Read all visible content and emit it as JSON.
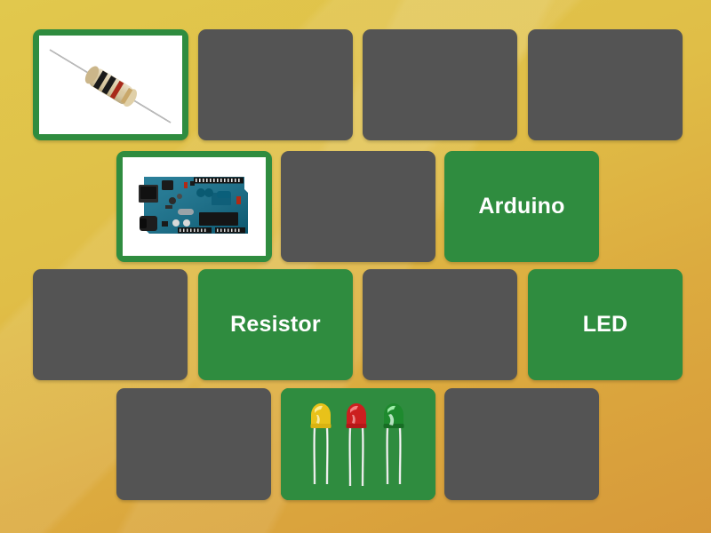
{
  "game": {
    "type": "matching-pairs",
    "background": {
      "gradient_from": "#e1c84d",
      "gradient_to": "#d7993a"
    },
    "card_colors": {
      "blank": "#545454",
      "revealed": "#2f8c3f",
      "text": "#ffffff",
      "image_mat": "#ffffff"
    },
    "grid": {
      "columns": 4,
      "rows": 4
    }
  },
  "cards": [
    {
      "id": "c1",
      "row": 1,
      "col": 1,
      "state": "revealed",
      "kind": "image",
      "content": "resistor-photo",
      "label": ""
    },
    {
      "id": "c2",
      "row": 1,
      "col": 2,
      "state": "hidden",
      "kind": "blank",
      "content": "",
      "label": ""
    },
    {
      "id": "c3",
      "row": 1,
      "col": 3,
      "state": "hidden",
      "kind": "blank",
      "content": "",
      "label": ""
    },
    {
      "id": "c4",
      "row": 1,
      "col": 4,
      "state": "hidden",
      "kind": "blank",
      "content": "",
      "label": ""
    },
    {
      "id": "c5",
      "row": 2,
      "col": 1,
      "state": "revealed",
      "kind": "image",
      "content": "arduino-uno-photo",
      "label": ""
    },
    {
      "id": "c6",
      "row": 2,
      "col": 2,
      "state": "hidden",
      "kind": "blank",
      "content": "",
      "label": ""
    },
    {
      "id": "c7",
      "row": 2,
      "col": 3,
      "state": "revealed",
      "kind": "text",
      "content": "",
      "label": "Arduino"
    },
    {
      "id": "c8",
      "row": 3,
      "col": 1,
      "state": "hidden",
      "kind": "blank",
      "content": "",
      "label": ""
    },
    {
      "id": "c9",
      "row": 3,
      "col": 2,
      "state": "revealed",
      "kind": "text",
      "content": "",
      "label": "Resistor"
    },
    {
      "id": "c10",
      "row": 3,
      "col": 3,
      "state": "hidden",
      "kind": "blank",
      "content": "",
      "label": ""
    },
    {
      "id": "c11",
      "row": 3,
      "col": 4,
      "state": "revealed",
      "kind": "text",
      "content": "",
      "label": "LED"
    },
    {
      "id": "c12",
      "row": 4,
      "col": 1,
      "state": "hidden",
      "kind": "blank",
      "content": "",
      "label": ""
    },
    {
      "id": "c13",
      "row": 4,
      "col": 2,
      "state": "revealed",
      "kind": "image",
      "content": "leds-photo",
      "label": ""
    },
    {
      "id": "c14",
      "row": 4,
      "col": 3,
      "state": "hidden",
      "kind": "blank",
      "content": "",
      "label": ""
    }
  ],
  "images": {
    "resistor": {
      "name": "resistor-photo",
      "description": "carbon film resistor, beige body, colour bands",
      "band_colors": [
        "#1a1a1a",
        "#1a1a1a",
        "#b02a15",
        "#c9a86a"
      ],
      "body_color": "#d9c79a",
      "lead_color": "#8a8a8a"
    },
    "arduino": {
      "name": "arduino-uno-photo",
      "description": "Arduino Uno development board",
      "pcb_color": "#0d6e8c",
      "ic_color": "#1b1b1b",
      "connector_color": "#2a2a2a"
    },
    "leds": {
      "name": "leds-photo",
      "description": "three 5 mm LEDs with long leads",
      "led_colors": [
        "#e8c21a",
        "#cc1f1f",
        "#1e8a2e"
      ],
      "lead_color": "#d8dcd8",
      "background": "#2f8c3f"
    }
  }
}
